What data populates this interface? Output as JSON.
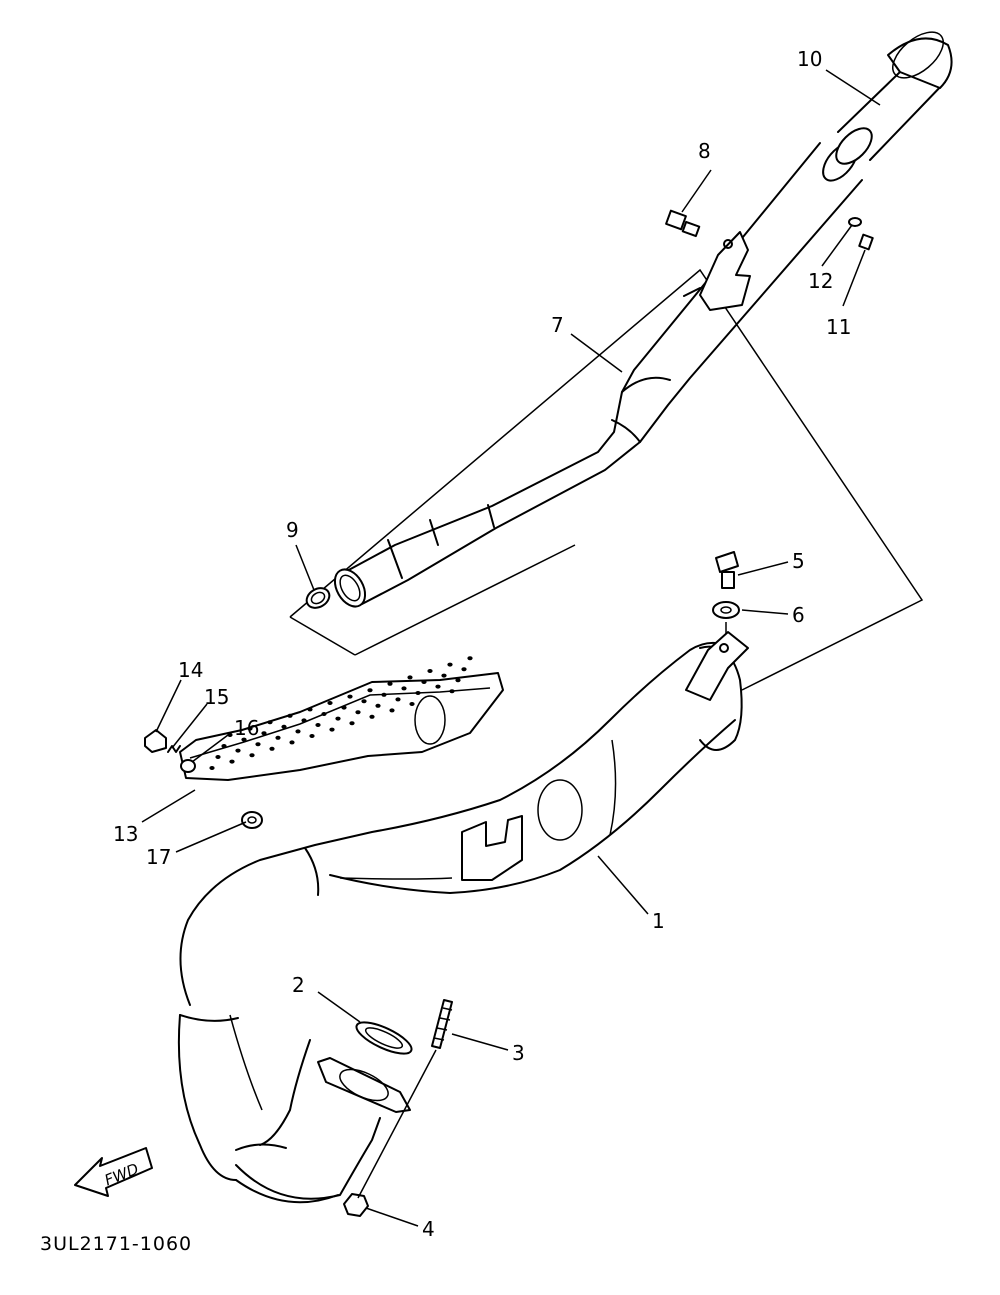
{
  "diagram": {
    "drawing_code": "3UL2171-1060",
    "direction_label": "FWD",
    "callouts": [
      {
        "id": "1",
        "label": "1"
      },
      {
        "id": "2",
        "label": "2"
      },
      {
        "id": "3",
        "label": "3"
      },
      {
        "id": "4",
        "label": "4"
      },
      {
        "id": "5",
        "label": "5"
      },
      {
        "id": "6",
        "label": "6"
      },
      {
        "id": "7",
        "label": "7"
      },
      {
        "id": "8",
        "label": "8"
      },
      {
        "id": "9",
        "label": "9"
      },
      {
        "id": "10",
        "label": "10"
      },
      {
        "id": "11",
        "label": "11"
      },
      {
        "id": "12",
        "label": "12"
      },
      {
        "id": "13",
        "label": "13"
      },
      {
        "id": "14",
        "label": "14"
      },
      {
        "id": "15",
        "label": "15"
      },
      {
        "id": "16",
        "label": "16"
      },
      {
        "id": "17",
        "label": "17"
      }
    ]
  }
}
